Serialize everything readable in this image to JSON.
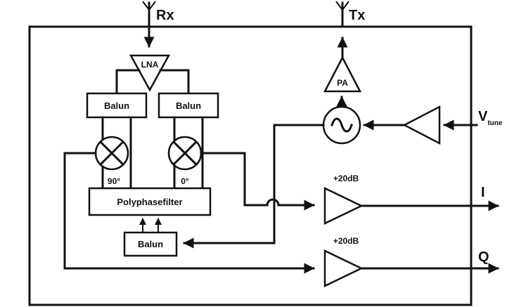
{
  "labels": {
    "rx": "Rx",
    "tx": "Tx",
    "lna": "LNA",
    "pa": "PA",
    "balun_left": "Balun",
    "balun_right": "Balun",
    "balun_bottom": "Balun",
    "polyphase": "Polyphasefilter",
    "phase_90": "90°",
    "phase_0": "0°",
    "gain_i": "+20dB",
    "gain_q": "+20dB",
    "out_i": "I",
    "out_q": "Q",
    "vtune_main": "V",
    "vtune_sub": "tune"
  },
  "colors": {
    "line": "#111111",
    "background": "#ffffff"
  }
}
